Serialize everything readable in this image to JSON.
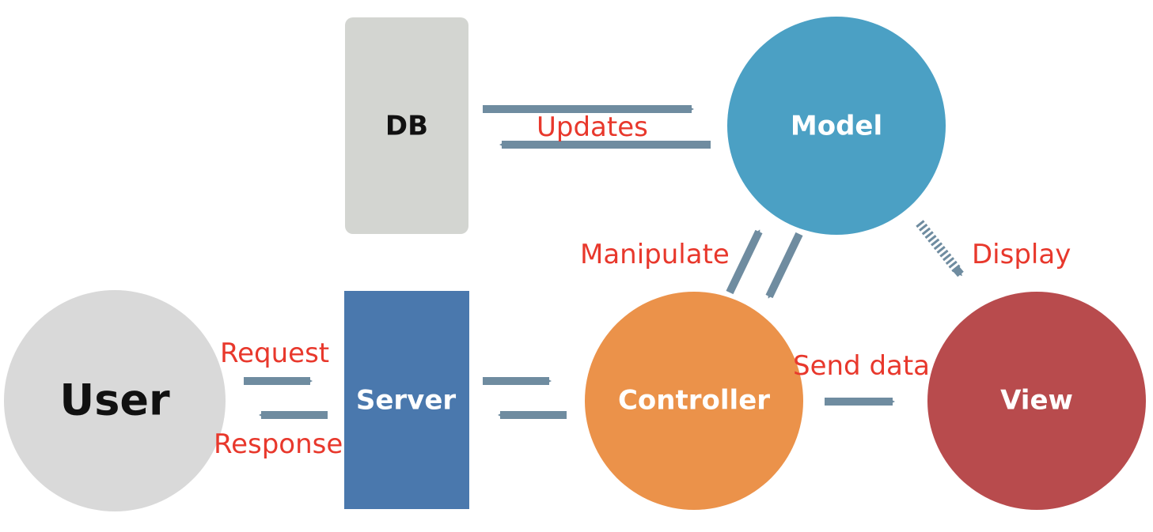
{
  "nodes": {
    "user": {
      "label": "User",
      "color": "#d9d9d9",
      "text_color": "#111111"
    },
    "server": {
      "label": "Server",
      "color": "#4a78ad",
      "text_color": "#ffffff"
    },
    "db": {
      "label": "DB",
      "color": "#d3d5d1",
      "text_color": "#111111"
    },
    "model": {
      "label": "Model",
      "color": "#4ba0c4",
      "text_color": "#ffffff"
    },
    "controller": {
      "label": "Controller",
      "color": "#eb924a",
      "text_color": "#ffffff"
    },
    "view": {
      "label": "View",
      "color": "#b84b4d",
      "text_color": "#ffffff"
    }
  },
  "edge_labels": {
    "request": "Request",
    "response": "Response",
    "updates": "Updates",
    "manipulate": "Manipulate",
    "display": "Display",
    "send_data": "Send data"
  },
  "colors": {
    "arrow": "#6f8ca0",
    "edge_label": "#e8382c"
  }
}
